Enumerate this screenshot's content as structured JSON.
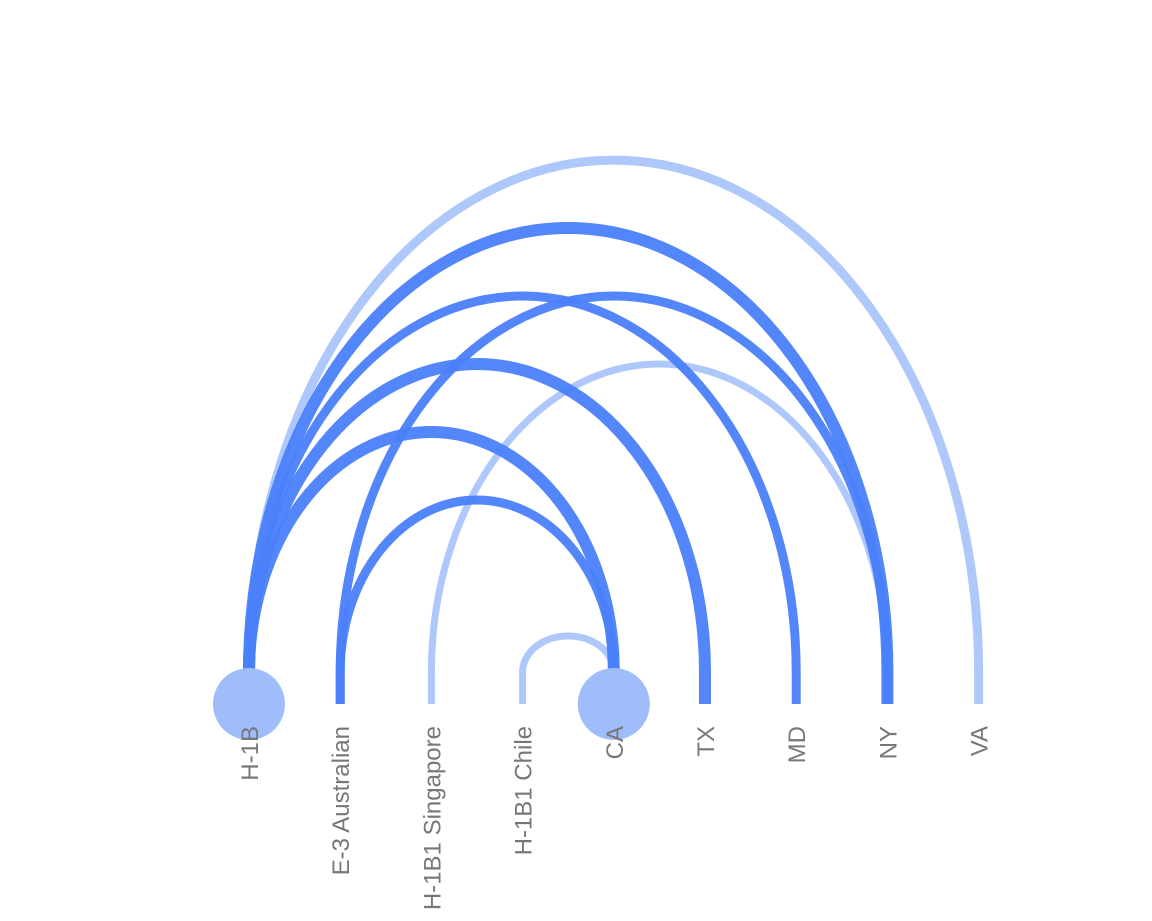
{
  "chart_data": {
    "type": "arc-diagram",
    "nodes": [
      {
        "id": "h1b",
        "label": "H-1B",
        "group": "visa",
        "size": "large"
      },
      {
        "id": "e3",
        "label": "E-3 Australian",
        "group": "visa",
        "size": "none"
      },
      {
        "id": "h1b1s",
        "label": "H-1B1 Singapore",
        "group": "visa",
        "size": "none"
      },
      {
        "id": "h1b1c",
        "label": "H-1B1 Chile",
        "group": "visa",
        "size": "none"
      },
      {
        "id": "ca",
        "label": "CA",
        "group": "state",
        "size": "large"
      },
      {
        "id": "tx",
        "label": "TX",
        "group": "state",
        "size": "none"
      },
      {
        "id": "md",
        "label": "MD",
        "group": "state",
        "size": "none"
      },
      {
        "id": "ny",
        "label": "NY",
        "group": "state",
        "size": "none"
      },
      {
        "id": "va",
        "label": "VA",
        "group": "state",
        "size": "none"
      }
    ],
    "links": [
      {
        "source": "h1b",
        "target": "ca",
        "weight": "heavy",
        "color": "#4a80fa"
      },
      {
        "source": "h1b",
        "target": "tx",
        "weight": "heavy",
        "color": "#4a80fa"
      },
      {
        "source": "h1b",
        "target": "md",
        "weight": "medium",
        "color": "#4a80fa"
      },
      {
        "source": "h1b",
        "target": "ny",
        "weight": "heavy",
        "color": "#4a80fa"
      },
      {
        "source": "h1b",
        "target": "va",
        "weight": "medium",
        "color": "#aac5fb"
      },
      {
        "source": "e3",
        "target": "ca",
        "weight": "medium",
        "color": "#4a80fa"
      },
      {
        "source": "e3",
        "target": "ny",
        "weight": "medium",
        "color": "#4a80fa"
      },
      {
        "source": "h1b1s",
        "target": "ny",
        "weight": "light",
        "color": "#aac5fb"
      },
      {
        "source": "h1b1c",
        "target": "ca",
        "weight": "light",
        "color": "#aac5fb"
      }
    ],
    "colors": {
      "strong_link": "#4a80fa",
      "weak_link": "#aac5fb",
      "node_fill": "#9fbdfb",
      "label": "#777777"
    }
  }
}
